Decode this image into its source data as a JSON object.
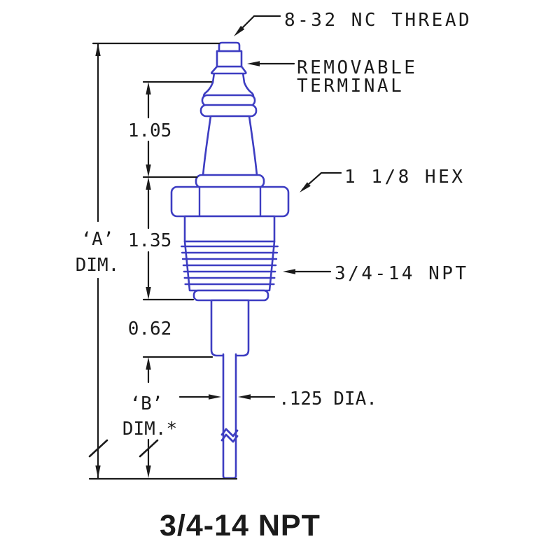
{
  "colors": {
    "part_outline": "#3d3dc2",
    "annotation": "#1b1b1b",
    "background": "#ffffff"
  },
  "callouts": {
    "top_thread": "8-32 NC THREAD",
    "terminal_line1": "REMOVABLE",
    "terminal_line2": "TERMINAL",
    "hex": "1 1/8 HEX",
    "pipe_thread": "3/4-14 NPT",
    "rod_diameter": ".125 DIA."
  },
  "dimensions": {
    "insulator_height": "1.05",
    "thread_section_height": "1.35",
    "bushing_height": "0.62",
    "overall_line1": "‘A’",
    "overall_line2": "DIM.",
    "rod_line1": "‘B’",
    "rod_line2": "DIM.*"
  },
  "footer": {
    "title": "3/4-14 NPT"
  }
}
